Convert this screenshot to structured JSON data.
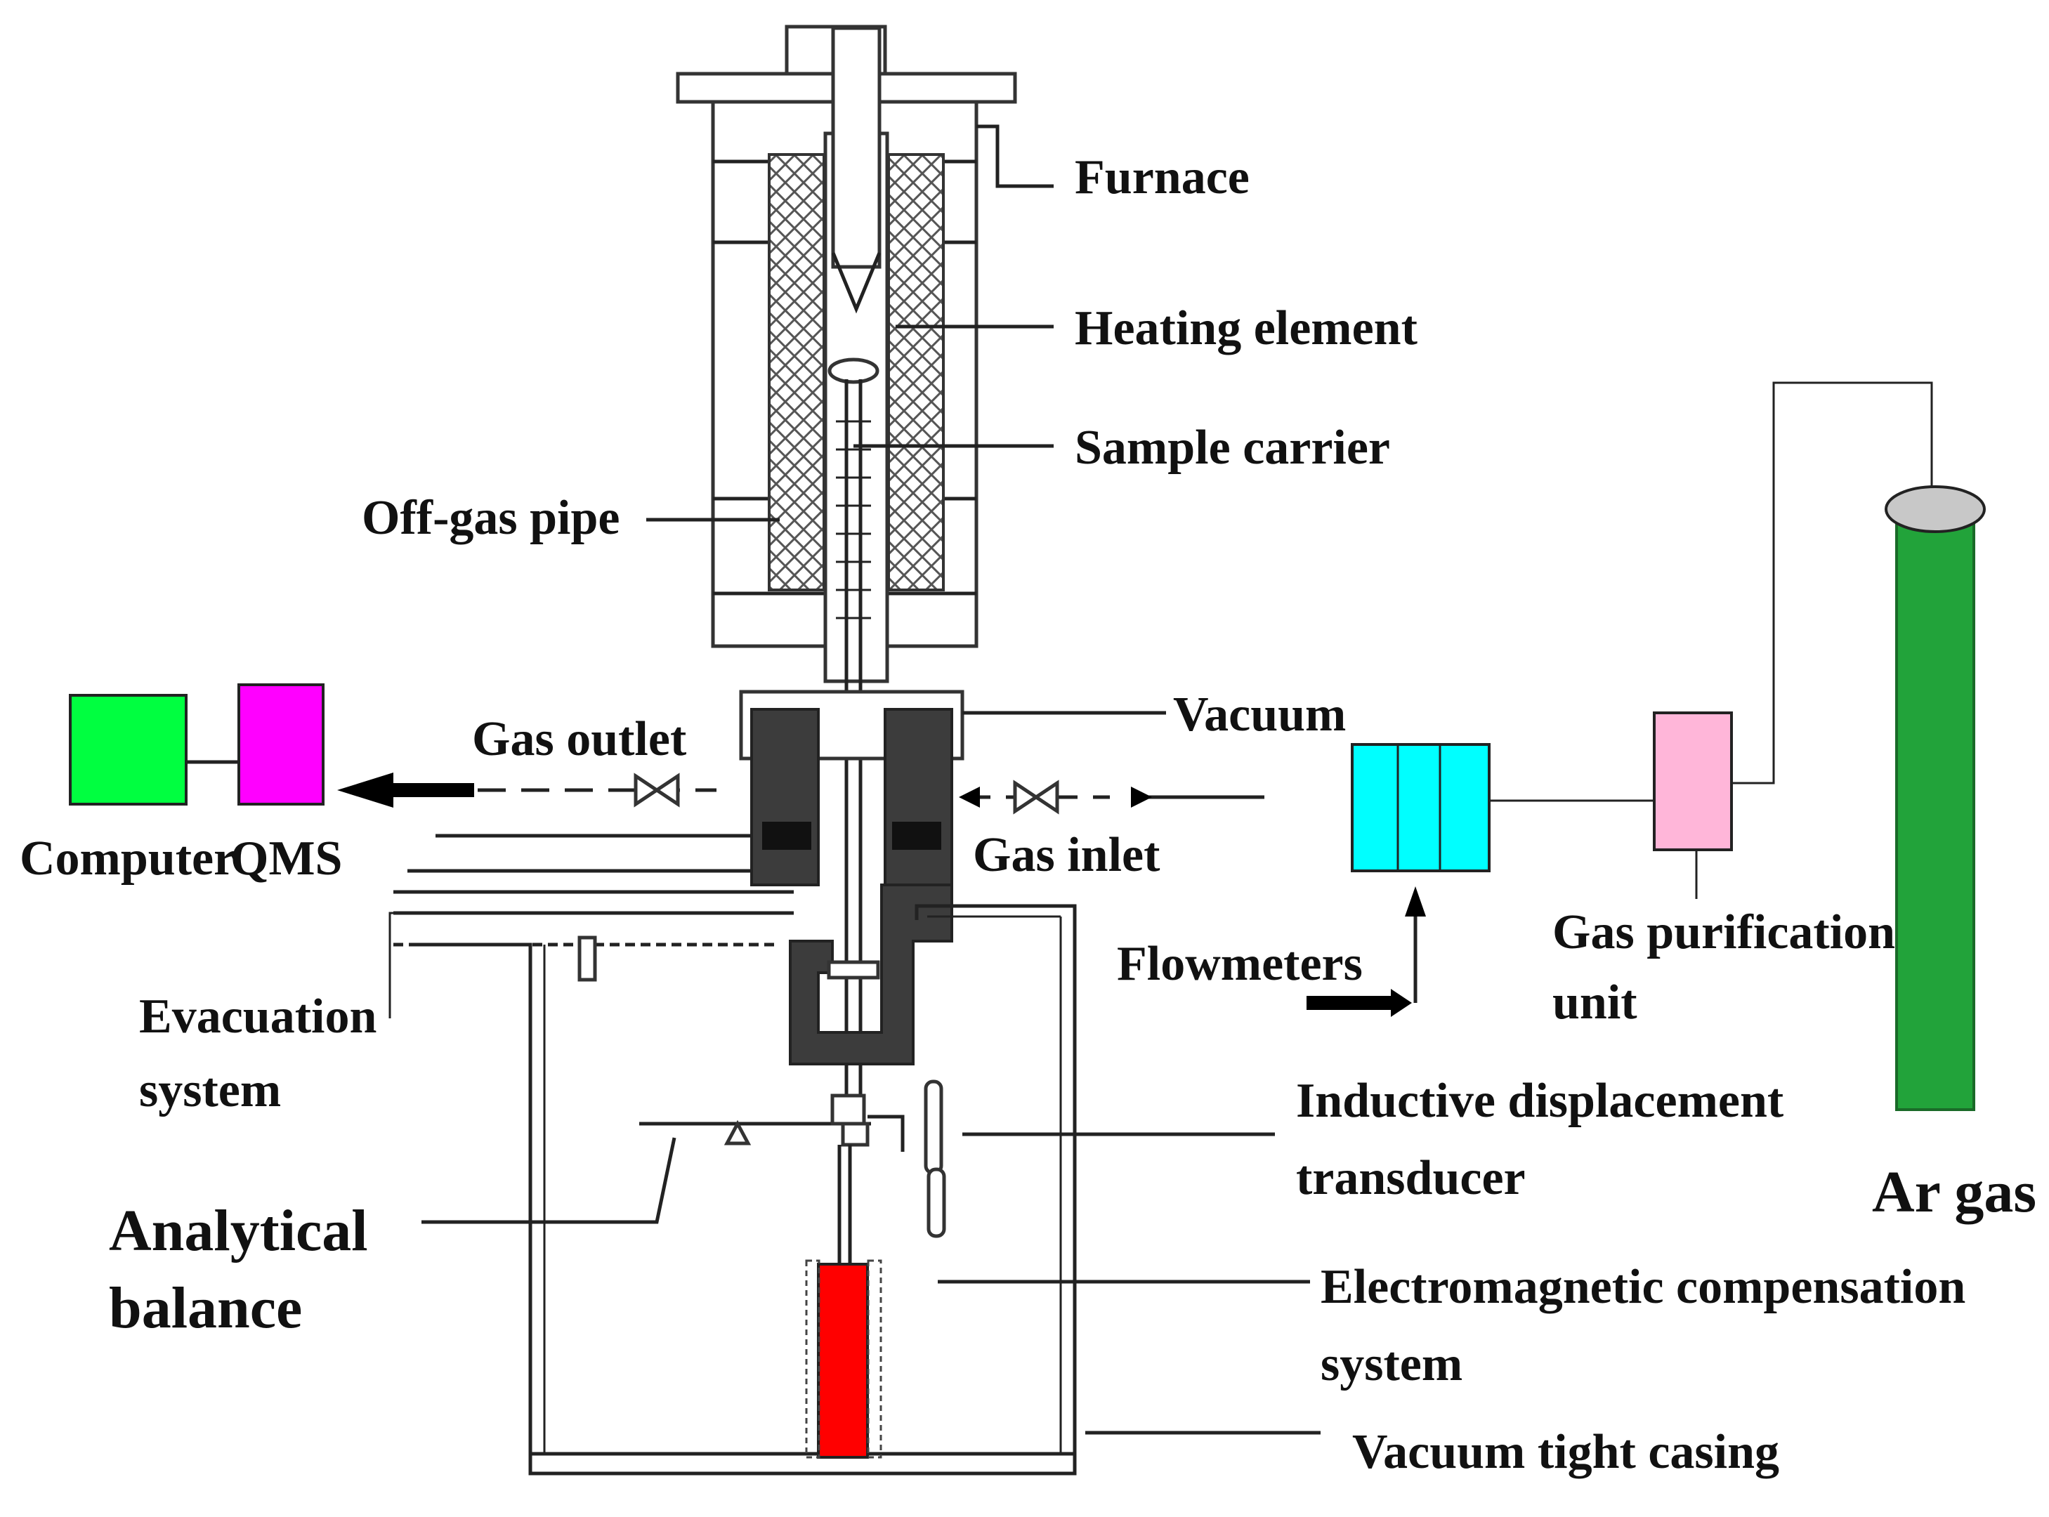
{
  "labels": {
    "furnace": "Furnace",
    "heating_element": "Heating element",
    "sample_carrier": "Sample carrier",
    "off_gas_pipe": "Off-gas pipe",
    "vacuum": "Vacuum",
    "gas_outlet": "Gas outlet",
    "gas_inlet": "Gas inlet",
    "computer": "Computer",
    "qms": "QMS",
    "evacuation_line1": "Evacuation",
    "evacuation_line2": "system",
    "flowmeters": "Flowmeters",
    "gas_purification_line1": "Gas purification",
    "gas_purification_line2": "unit",
    "ar_gas": "Ar gas",
    "inductive_line1": "Inductive displacement",
    "inductive_line2": "transducer",
    "analytical_line1": "Analytical",
    "analytical_line2": "balance",
    "electromagnetic_line1": "Electromagnetic compensation",
    "electromagnetic_line2": "system",
    "vacuum_casing": "Vacuum tight casing"
  },
  "colors": {
    "computer": "#00ff40",
    "qms": "#ff00ff",
    "flowmeters": "#00ffff",
    "gas_purification": "#ffb6d9",
    "ar_cylinder": "#22a33a",
    "ar_cap": "#c8c8c8",
    "compensation_magnet": "#ff0000",
    "seal_dark": "#3c3c3c",
    "hatch": "#555555"
  }
}
